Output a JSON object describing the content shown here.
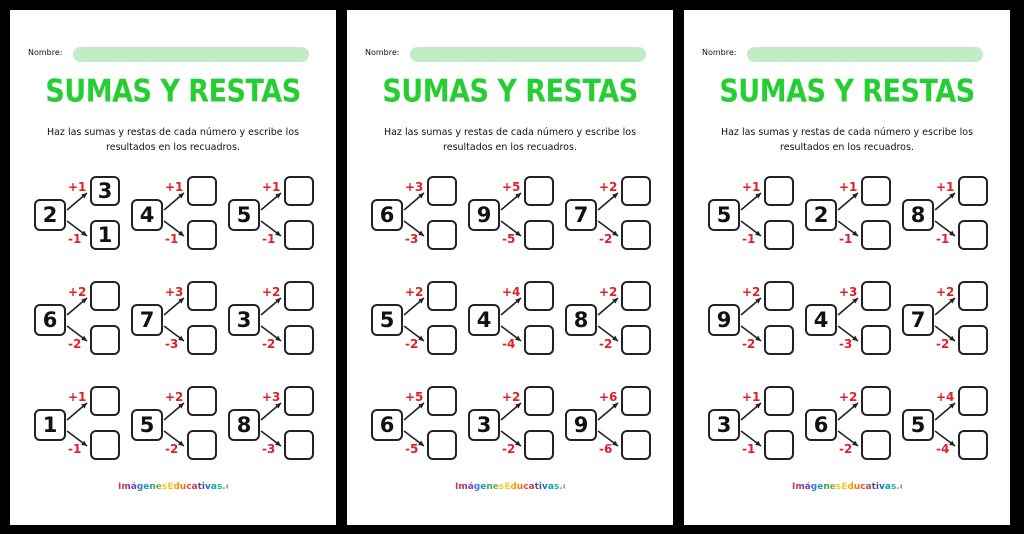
{
  "pages": [
    {
      "name_label": "Nombre:",
      "title": "SUMAS Y RESTAS",
      "instructions": "Haz las sumas y restas de cada número y escribe los resultados en los recuadros.",
      "footer": "ImágenesEducativas.com",
      "exercises": [
        {
          "number": "2",
          "plus": "+1",
          "minus": "-1",
          "top_answer": "3",
          "bottom_answer": "1"
        },
        {
          "number": "4",
          "plus": "+1",
          "minus": "-1",
          "top_answer": "",
          "bottom_answer": ""
        },
        {
          "number": "5",
          "plus": "+1",
          "minus": "-1",
          "top_answer": "",
          "bottom_answer": ""
        },
        {
          "number": "6",
          "plus": "+2",
          "minus": "-2",
          "top_answer": "",
          "bottom_answer": ""
        },
        {
          "number": "7",
          "plus": "+3",
          "minus": "-3",
          "top_answer": "",
          "bottom_answer": ""
        },
        {
          "number": "3",
          "plus": "+2",
          "minus": "-2",
          "top_answer": "",
          "bottom_answer": ""
        },
        {
          "number": "1",
          "plus": "+1",
          "minus": "-1",
          "top_answer": "",
          "bottom_answer": ""
        },
        {
          "number": "5",
          "plus": "+2",
          "minus": "-2",
          "top_answer": "",
          "bottom_answer": ""
        },
        {
          "number": "8",
          "plus": "+3",
          "minus": "-3",
          "top_answer": "",
          "bottom_answer": ""
        }
      ]
    },
    {
      "name_label": "Nombre:",
      "title": "SUMAS Y RESTAS",
      "instructions": "Haz las sumas y restas de cada número y escribe los resultados en los recuadros.",
      "footer": "ImágenesEducativas.com",
      "exercises": [
        {
          "number": "6",
          "plus": "+3",
          "minus": "-3",
          "top_answer": "",
          "bottom_answer": ""
        },
        {
          "number": "9",
          "plus": "+5",
          "minus": "-5",
          "top_answer": "",
          "bottom_answer": ""
        },
        {
          "number": "7",
          "plus": "+2",
          "minus": "-2",
          "top_answer": "",
          "bottom_answer": ""
        },
        {
          "number": "5",
          "plus": "+2",
          "minus": "-2",
          "top_answer": "",
          "bottom_answer": ""
        },
        {
          "number": "4",
          "plus": "+4",
          "minus": "-4",
          "top_answer": "",
          "bottom_answer": ""
        },
        {
          "number": "8",
          "plus": "+2",
          "minus": "-2",
          "top_answer": "",
          "bottom_answer": ""
        },
        {
          "number": "6",
          "plus": "+5",
          "minus": "-5",
          "top_answer": "",
          "bottom_answer": ""
        },
        {
          "number": "3",
          "plus": "+2",
          "minus": "-2",
          "top_answer": "",
          "bottom_answer": ""
        },
        {
          "number": "9",
          "plus": "+6",
          "minus": "-6",
          "top_answer": "",
          "bottom_answer": ""
        }
      ]
    },
    {
      "name_label": "Nombre:",
      "title": "SUMAS Y RESTAS",
      "instructions": "Haz las sumas y restas de cada número y escribe los resultados en los recuadros.",
      "footer": "ImágenesEducativas.com",
      "exercises": [
        {
          "number": "5",
          "plus": "+1",
          "minus": "-1",
          "top_answer": "",
          "bottom_answer": ""
        },
        {
          "number": "2",
          "plus": "+1",
          "minus": "-1",
          "top_answer": "",
          "bottom_answer": ""
        },
        {
          "number": "8",
          "plus": "+1",
          "minus": "-1",
          "top_answer": "",
          "bottom_answer": ""
        },
        {
          "number": "9",
          "plus": "+2",
          "minus": "-2",
          "top_answer": "",
          "bottom_answer": ""
        },
        {
          "number": "4",
          "plus": "+3",
          "minus": "-3",
          "top_answer": "",
          "bottom_answer": ""
        },
        {
          "number": "7",
          "plus": "+2",
          "minus": "-2",
          "top_answer": "",
          "bottom_answer": ""
        },
        {
          "number": "3",
          "plus": "+1",
          "minus": "-1",
          "top_answer": "",
          "bottom_answer": ""
        },
        {
          "number": "6",
          "plus": "+2",
          "minus": "-2",
          "top_answer": "",
          "bottom_answer": ""
        },
        {
          "number": "5",
          "plus": "+4",
          "minus": "-4",
          "top_answer": "",
          "bottom_answer": ""
        }
      ]
    }
  ],
  "colors": {
    "title": "#25cf32",
    "name_field": "#c3ecc4",
    "operator": "#e0202a",
    "background": "#000000"
  }
}
